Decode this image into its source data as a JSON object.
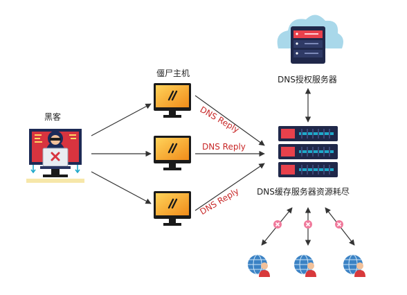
{
  "labels": {
    "hacker": "黑客",
    "zombie_hosts": "僵尸主机",
    "auth_server": "DNS授权服务器",
    "cache_server": "DNS缓存服务器资源耗尽"
  },
  "replies": [
    "DNS Reply",
    "DNS Reply",
    "DNS Reply"
  ],
  "colors": {
    "monitor_frame": "#1a1a1a",
    "monitor_screen": "#f6a623",
    "server_red": "#e8414c",
    "server_navy": "#20284a",
    "server_accent": "#1fa8c9",
    "cloud": "#a9d8ea",
    "reply_text": "#c82828",
    "blocked_badge": "#f07a9c",
    "client_globe": "#3b82c4",
    "client_person": "#d8393b"
  },
  "icons": {
    "hacker": "hacker-computer-icon",
    "zombie": "computer-monitor-icon",
    "auth_server": "cloud-server-icon",
    "cache_server": "server-rack-icon",
    "client": "globe-user-icon",
    "blocked": "x-badge-icon"
  }
}
